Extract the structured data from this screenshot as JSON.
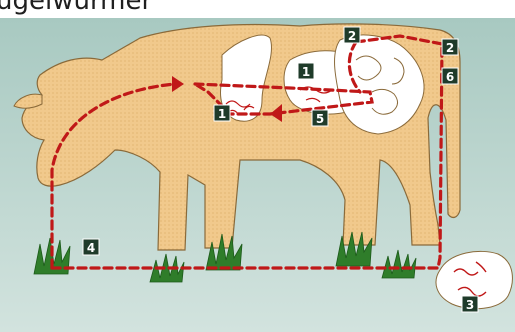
{
  "caption": "ugelwürmer",
  "labels": {
    "stomach_one": "1",
    "stomach_one_lower": "1",
    "step_two_upper": "2",
    "step_two_right": "2",
    "step_three": "3",
    "step_four": "4",
    "step_five": "5",
    "step_six": "6"
  },
  "colors": {
    "background_top": "#a9c7c0",
    "background_bottom": "#c9ddd6",
    "cow_fill": "#f0c88a",
    "cow_outline": "#8a6a3a",
    "path_color": "#c01818",
    "badge_fill": "#1f3b2a",
    "grass": "#2f7d2a",
    "organ_fill": "#ffffff"
  }
}
